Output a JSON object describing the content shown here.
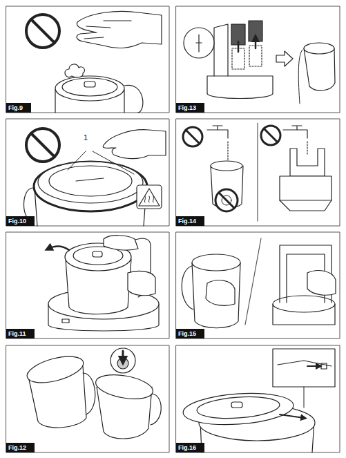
{
  "diagram": {
    "nodes": [
      {
        "text": [
          "Fig.9"
        ]
      },
      {
        "text": [
          "Fig.13"
        ]
      },
      {
        "text": [
          "Fig.10"
        ]
      },
      {
        "text": [
          "Fig.14"
        ]
      },
      {
        "text": [
          "Fig.11"
        ]
      },
      {
        "text": [
          "Fig.15"
        ]
      },
      {
        "text": [
          "Fig.12"
        ]
      },
      {
        "text": [
          "Fig.16"
        ]
      }
    ],
    "labels": [
      "1"
    ]
  }
}
